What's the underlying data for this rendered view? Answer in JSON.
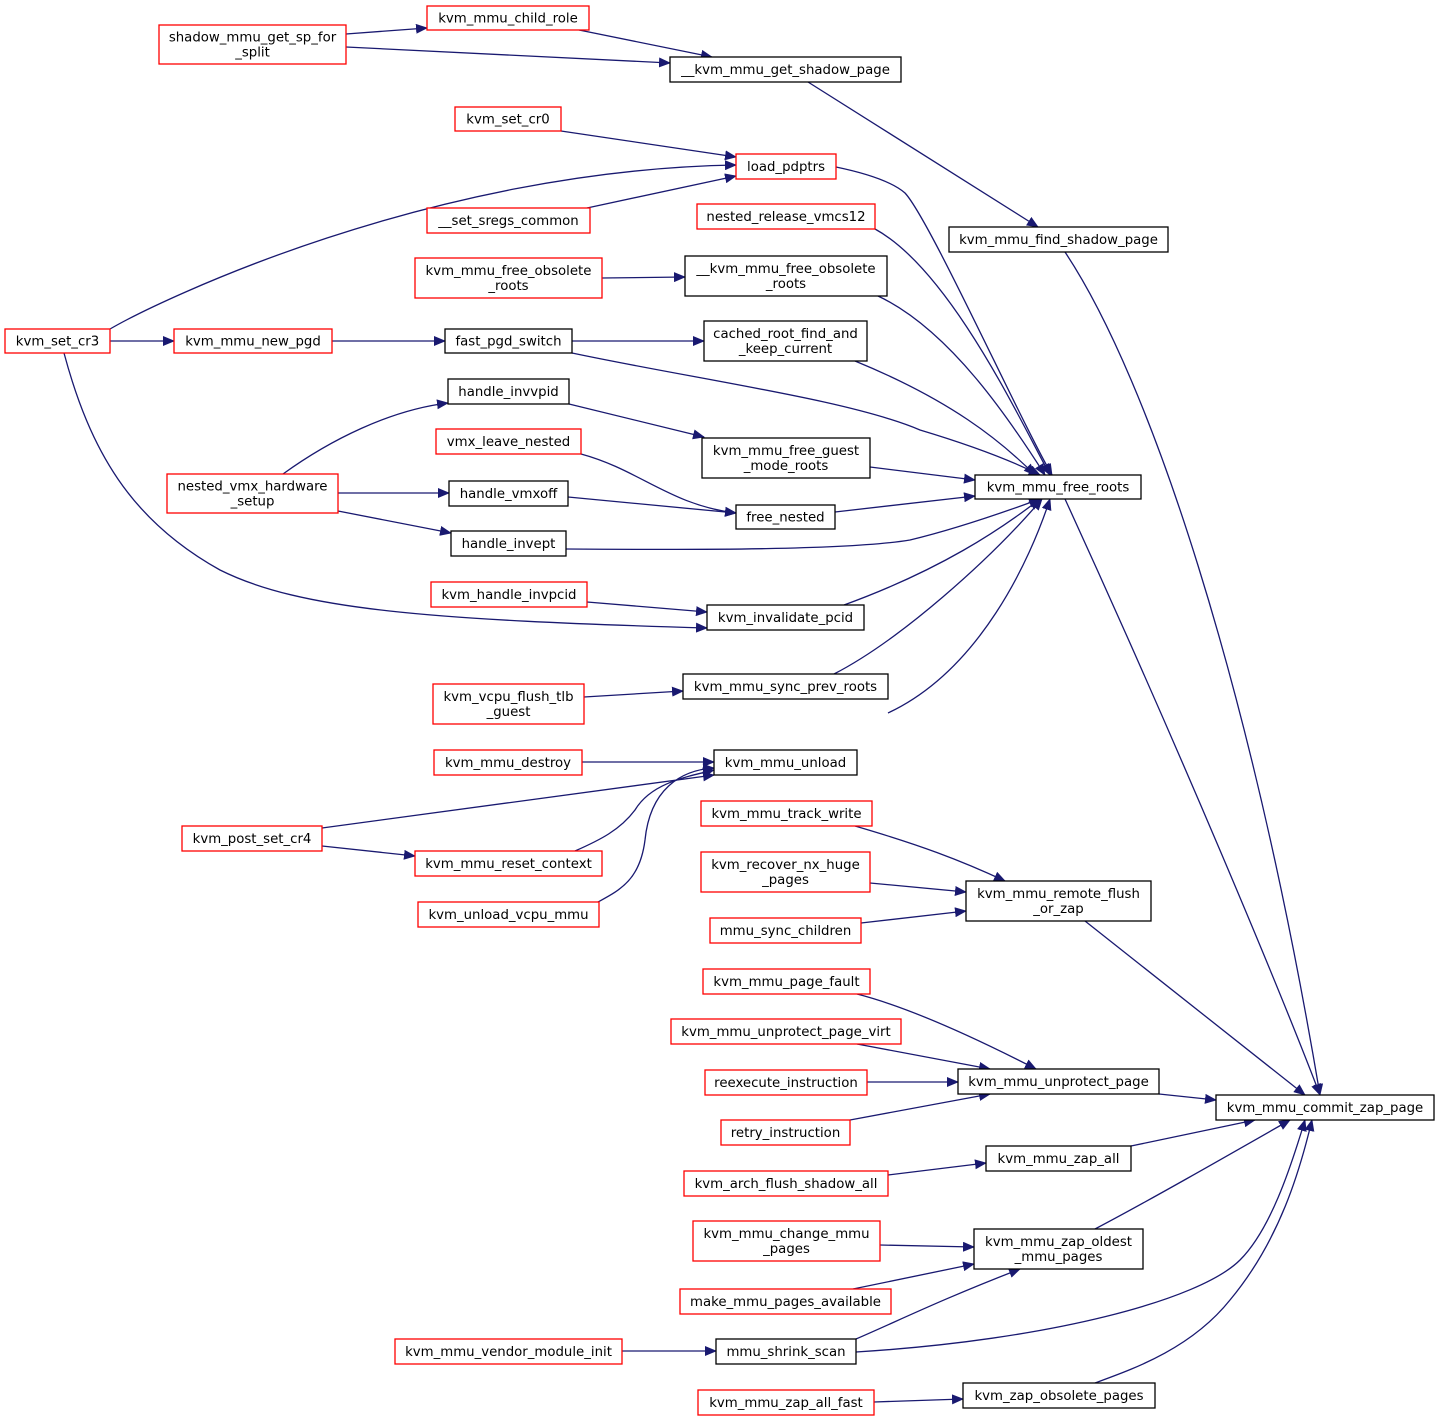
{
  "colors": {
    "edge": "#191970",
    "node_border_expandable": "#ff0000",
    "node_border_plain": "#000000",
    "node_fill_focus": "#bfbfbf",
    "node_fill": "#ffffff"
  },
  "nodes": [
    {
      "id": "kvm_mmu_child_role",
      "lines": [
        "kvm_mmu_child_role"
      ],
      "style": "red"
    },
    {
      "id": "shadow_mmu_get_sp_for_split",
      "lines": [
        "shadow_mmu_get_sp_for",
        "_split"
      ],
      "style": "red"
    },
    {
      "id": "__kvm_mmu_get_shadow_page",
      "lines": [
        "__kvm_mmu_get_shadow_page"
      ],
      "style": "black"
    },
    {
      "id": "kvm_set_cr0",
      "lines": [
        "kvm_set_cr0"
      ],
      "style": "red"
    },
    {
      "id": "load_pdptrs",
      "lines": [
        "load_pdptrs"
      ],
      "style": "red"
    },
    {
      "id": "__set_sregs_common",
      "lines": [
        "__set_sregs_common"
      ],
      "style": "red"
    },
    {
      "id": "nested_release_vmcs12",
      "lines": [
        "nested_release_vmcs12"
      ],
      "style": "red"
    },
    {
      "id": "kvm_mmu_find_shadow_page",
      "lines": [
        "kvm_mmu_find_shadow_page"
      ],
      "style": "black"
    },
    {
      "id": "kvm_mmu_free_obsolete_roots",
      "lines": [
        "kvm_mmu_free_obsolete",
        "_roots"
      ],
      "style": "red"
    },
    {
      "id": "__kvm_mmu_free_obsolete_roots",
      "lines": [
        "__kvm_mmu_free_obsolete",
        "_roots"
      ],
      "style": "black"
    },
    {
      "id": "kvm_set_cr3",
      "lines": [
        "kvm_set_cr3"
      ],
      "style": "red"
    },
    {
      "id": "kvm_mmu_new_pgd",
      "lines": [
        "kvm_mmu_new_pgd"
      ],
      "style": "red"
    },
    {
      "id": "fast_pgd_switch",
      "lines": [
        "fast_pgd_switch"
      ],
      "style": "black"
    },
    {
      "id": "cached_root_find_and_keep_current",
      "lines": [
        "cached_root_find_and",
        "_keep_current"
      ],
      "style": "black"
    },
    {
      "id": "handle_invvpid",
      "lines": [
        "handle_invvpid"
      ],
      "style": "black"
    },
    {
      "id": "vmx_leave_nested",
      "lines": [
        "vmx_leave_nested"
      ],
      "style": "red"
    },
    {
      "id": "kvm_mmu_free_guest_mode_roots",
      "lines": [
        "kvm_mmu_free_guest",
        "_mode_roots"
      ],
      "style": "black"
    },
    {
      "id": "nested_vmx_hardware_setup",
      "lines": [
        "nested_vmx_hardware",
        "_setup"
      ],
      "style": "red"
    },
    {
      "id": "handle_vmxoff",
      "lines": [
        "handle_vmxoff"
      ],
      "style": "black"
    },
    {
      "id": "kvm_mmu_free_roots",
      "lines": [
        "kvm_mmu_free_roots"
      ],
      "style": "black"
    },
    {
      "id": "free_nested",
      "lines": [
        "free_nested"
      ],
      "style": "black"
    },
    {
      "id": "handle_invept",
      "lines": [
        "handle_invept"
      ],
      "style": "black"
    },
    {
      "id": "kvm_handle_invpcid",
      "lines": [
        "kvm_handle_invpcid"
      ],
      "style": "red"
    },
    {
      "id": "kvm_invalidate_pcid",
      "lines": [
        "kvm_invalidate_pcid"
      ],
      "style": "black"
    },
    {
      "id": "kvm_vcpu_flush_tlb_guest",
      "lines": [
        "kvm_vcpu_flush_tlb",
        "_guest"
      ],
      "style": "red"
    },
    {
      "id": "kvm_mmu_sync_prev_roots",
      "lines": [
        "kvm_mmu_sync_prev_roots"
      ],
      "style": "black"
    },
    {
      "id": "kvm_mmu_destroy",
      "lines": [
        "kvm_mmu_destroy"
      ],
      "style": "red"
    },
    {
      "id": "kvm_mmu_unload",
      "lines": [
        "kvm_mmu_unload"
      ],
      "style": "black"
    },
    {
      "id": "kvm_post_set_cr4",
      "lines": [
        "kvm_post_set_cr4"
      ],
      "style": "red"
    },
    {
      "id": "kvm_mmu_reset_context",
      "lines": [
        "kvm_mmu_reset_context"
      ],
      "style": "red"
    },
    {
      "id": "kvm_unload_vcpu_mmu",
      "lines": [
        "kvm_unload_vcpu_mmu"
      ],
      "style": "red"
    },
    {
      "id": "kvm_mmu_track_write",
      "lines": [
        "kvm_mmu_track_write"
      ],
      "style": "red"
    },
    {
      "id": "kvm_recover_nx_huge_pages",
      "lines": [
        "kvm_recover_nx_huge",
        "_pages"
      ],
      "style": "red"
    },
    {
      "id": "kvm_mmu_remote_flush_or_zap",
      "lines": [
        "kvm_mmu_remote_flush",
        "_or_zap"
      ],
      "style": "black"
    },
    {
      "id": "mmu_sync_children",
      "lines": [
        "mmu_sync_children"
      ],
      "style": "red"
    },
    {
      "id": "kvm_mmu_page_fault",
      "lines": [
        "kvm_mmu_page_fault"
      ],
      "style": "red"
    },
    {
      "id": "kvm_mmu_unprotect_page_virt",
      "lines": [
        "kvm_mmu_unprotect_page_virt"
      ],
      "style": "red"
    },
    {
      "id": "reexecute_instruction",
      "lines": [
        "reexecute_instruction"
      ],
      "style": "red"
    },
    {
      "id": "kvm_mmu_unprotect_page",
      "lines": [
        "kvm_mmu_unprotect_page"
      ],
      "style": "black"
    },
    {
      "id": "kvm_mmu_commit_zap_page",
      "lines": [
        "kvm_mmu_commit_zap_page"
      ],
      "style": "focus"
    },
    {
      "id": "retry_instruction",
      "lines": [
        "retry_instruction"
      ],
      "style": "red"
    },
    {
      "id": "kvm_mmu_zap_all",
      "lines": [
        "kvm_mmu_zap_all"
      ],
      "style": "black"
    },
    {
      "id": "kvm_arch_flush_shadow_all",
      "lines": [
        "kvm_arch_flush_shadow_all"
      ],
      "style": "red"
    },
    {
      "id": "kvm_mmu_change_mmu_pages",
      "lines": [
        "kvm_mmu_change_mmu",
        "_pages"
      ],
      "style": "red"
    },
    {
      "id": "kvm_mmu_zap_oldest_mmu_pages",
      "lines": [
        "kvm_mmu_zap_oldest",
        "_mmu_pages"
      ],
      "style": "black"
    },
    {
      "id": "make_mmu_pages_available",
      "lines": [
        "make_mmu_pages_available"
      ],
      "style": "red"
    },
    {
      "id": "kvm_mmu_vendor_module_init",
      "lines": [
        "kvm_mmu_vendor_module_init"
      ],
      "style": "red"
    },
    {
      "id": "mmu_shrink_scan",
      "lines": [
        "mmu_shrink_scan"
      ],
      "style": "black"
    },
    {
      "id": "kvm_mmu_zap_all_fast",
      "lines": [
        "kvm_mmu_zap_all_fast"
      ],
      "style": "red"
    },
    {
      "id": "kvm_zap_obsolete_pages",
      "lines": [
        "kvm_zap_obsolete_pages"
      ],
      "style": "black"
    }
  ]
}
